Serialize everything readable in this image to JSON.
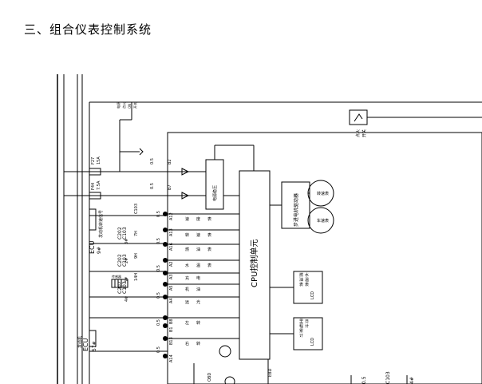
{
  "page": {
    "heading": "三、组合仪表控制系统"
  },
  "diagram": {
    "fuse_f27": [
      "F27",
      "15A"
    ],
    "fuse_f44": [
      "F44",
      "7.5A"
    ],
    "wire_top": [
      "0.5",
      "B2"
    ],
    "wire_second": [
      "0.5",
      "B7"
    ],
    "top_wire_labels": [
      "电源",
      "点火",
      "ON",
      "开关"
    ],
    "right_switch_label": [
      "点火",
      "开关"
    ],
    "ecu_top": {
      "lead": "ECU",
      "pin": "9#",
      "desc": "发动机转速信号"
    },
    "ecu_bottom": {
      "lead": "ECU",
      "pin": "57#",
      "desc": "发动机"
    },
    "connectors_col1": [
      "C202",
      "C103",
      "C202",
      "C103",
      "C202",
      "C103"
    ],
    "connectors_col2": [
      "C103",
      "7H",
      "9H",
      "14H"
    ],
    "pins_col1": [
      "3#",
      "2#",
      "3#",
      "4#"
    ],
    "wire_sizes": [
      "0.5",
      "0.5",
      "0.5",
      "0.5",
      "0.5",
      "0.5"
    ],
    "pins": [
      "A12",
      "A13",
      "A16",
      "A2",
      "A3",
      "A5",
      "A4",
      "B8",
      "B1",
      "B13",
      "A14"
    ],
    "row_labels": [
      "速度表",
      "转速表",
      "燃油表",
      "水温表",
      "充电",
      "机油",
      "远光",
      "左转",
      "右转"
    ],
    "cpu_label": "CPU控制单元",
    "power_block": "电源稳压",
    "stepper_block": "步进电机驱动器",
    "gauge_left": "转速表",
    "gauge_right": "车速表",
    "fuel_lcd": [
      "燃油表",
      "水温表",
      "LCD"
    ],
    "odo_lcd": [
      "里程累计",
      "日计",
      "LCD"
    ],
    "bottom_labels": [
      "OBD",
      "EBD"
    ],
    "bottom_right": [
      "0.5",
      "C103",
      "4#"
    ],
    "sensor_label": "传感器"
  }
}
